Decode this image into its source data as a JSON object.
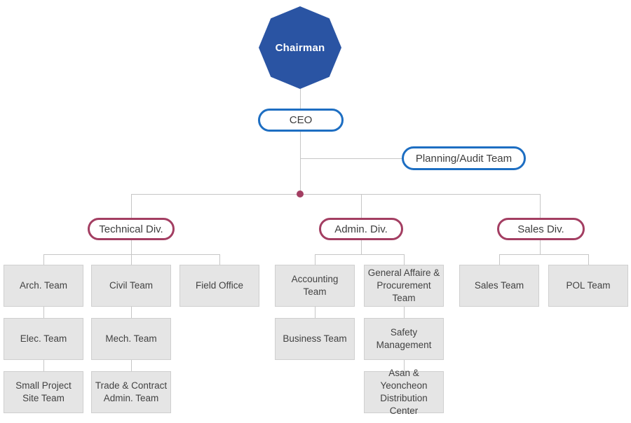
{
  "colors": {
    "octagon-blue": "#2a54a3",
    "pill-blue": "#1d6ec2",
    "maroon": "#a33e62",
    "line-gray": "#c6c6c6",
    "box-fill": "#e5e5e5",
    "box-border": "#cfcfcf",
    "box-text": "#424242"
  },
  "org": {
    "chairman": {
      "label": "Chairman"
    },
    "ceo": {
      "label": "CEO"
    },
    "staff": {
      "label": "Planning/Audit Team"
    },
    "divisions": [
      {
        "label": "Technical Div.",
        "columns": [
          {
            "teams": [
              "Arch. Team",
              "Elec. Team",
              "Small Project\nSite Team"
            ]
          },
          {
            "teams": [
              "Civil Team",
              "Mech. Team",
              "Trade & Contract\nAdmin. Team"
            ]
          },
          {
            "teams": [
              "Field Office"
            ]
          }
        ]
      },
      {
        "label": "Admin. Div.",
        "columns": [
          {
            "teams": [
              "Accounting\nTeam",
              "Business Team"
            ]
          },
          {
            "teams": [
              "General Affaire &\nProcurement Team",
              "Safety\nManagement",
              "Asan & Yeoncheon\nDistribution\nCenter"
            ]
          }
        ]
      },
      {
        "label": "Sales Div.",
        "columns": [
          {
            "teams": [
              "Sales Team"
            ]
          },
          {
            "teams": [
              "POL Team"
            ]
          }
        ]
      }
    ]
  }
}
